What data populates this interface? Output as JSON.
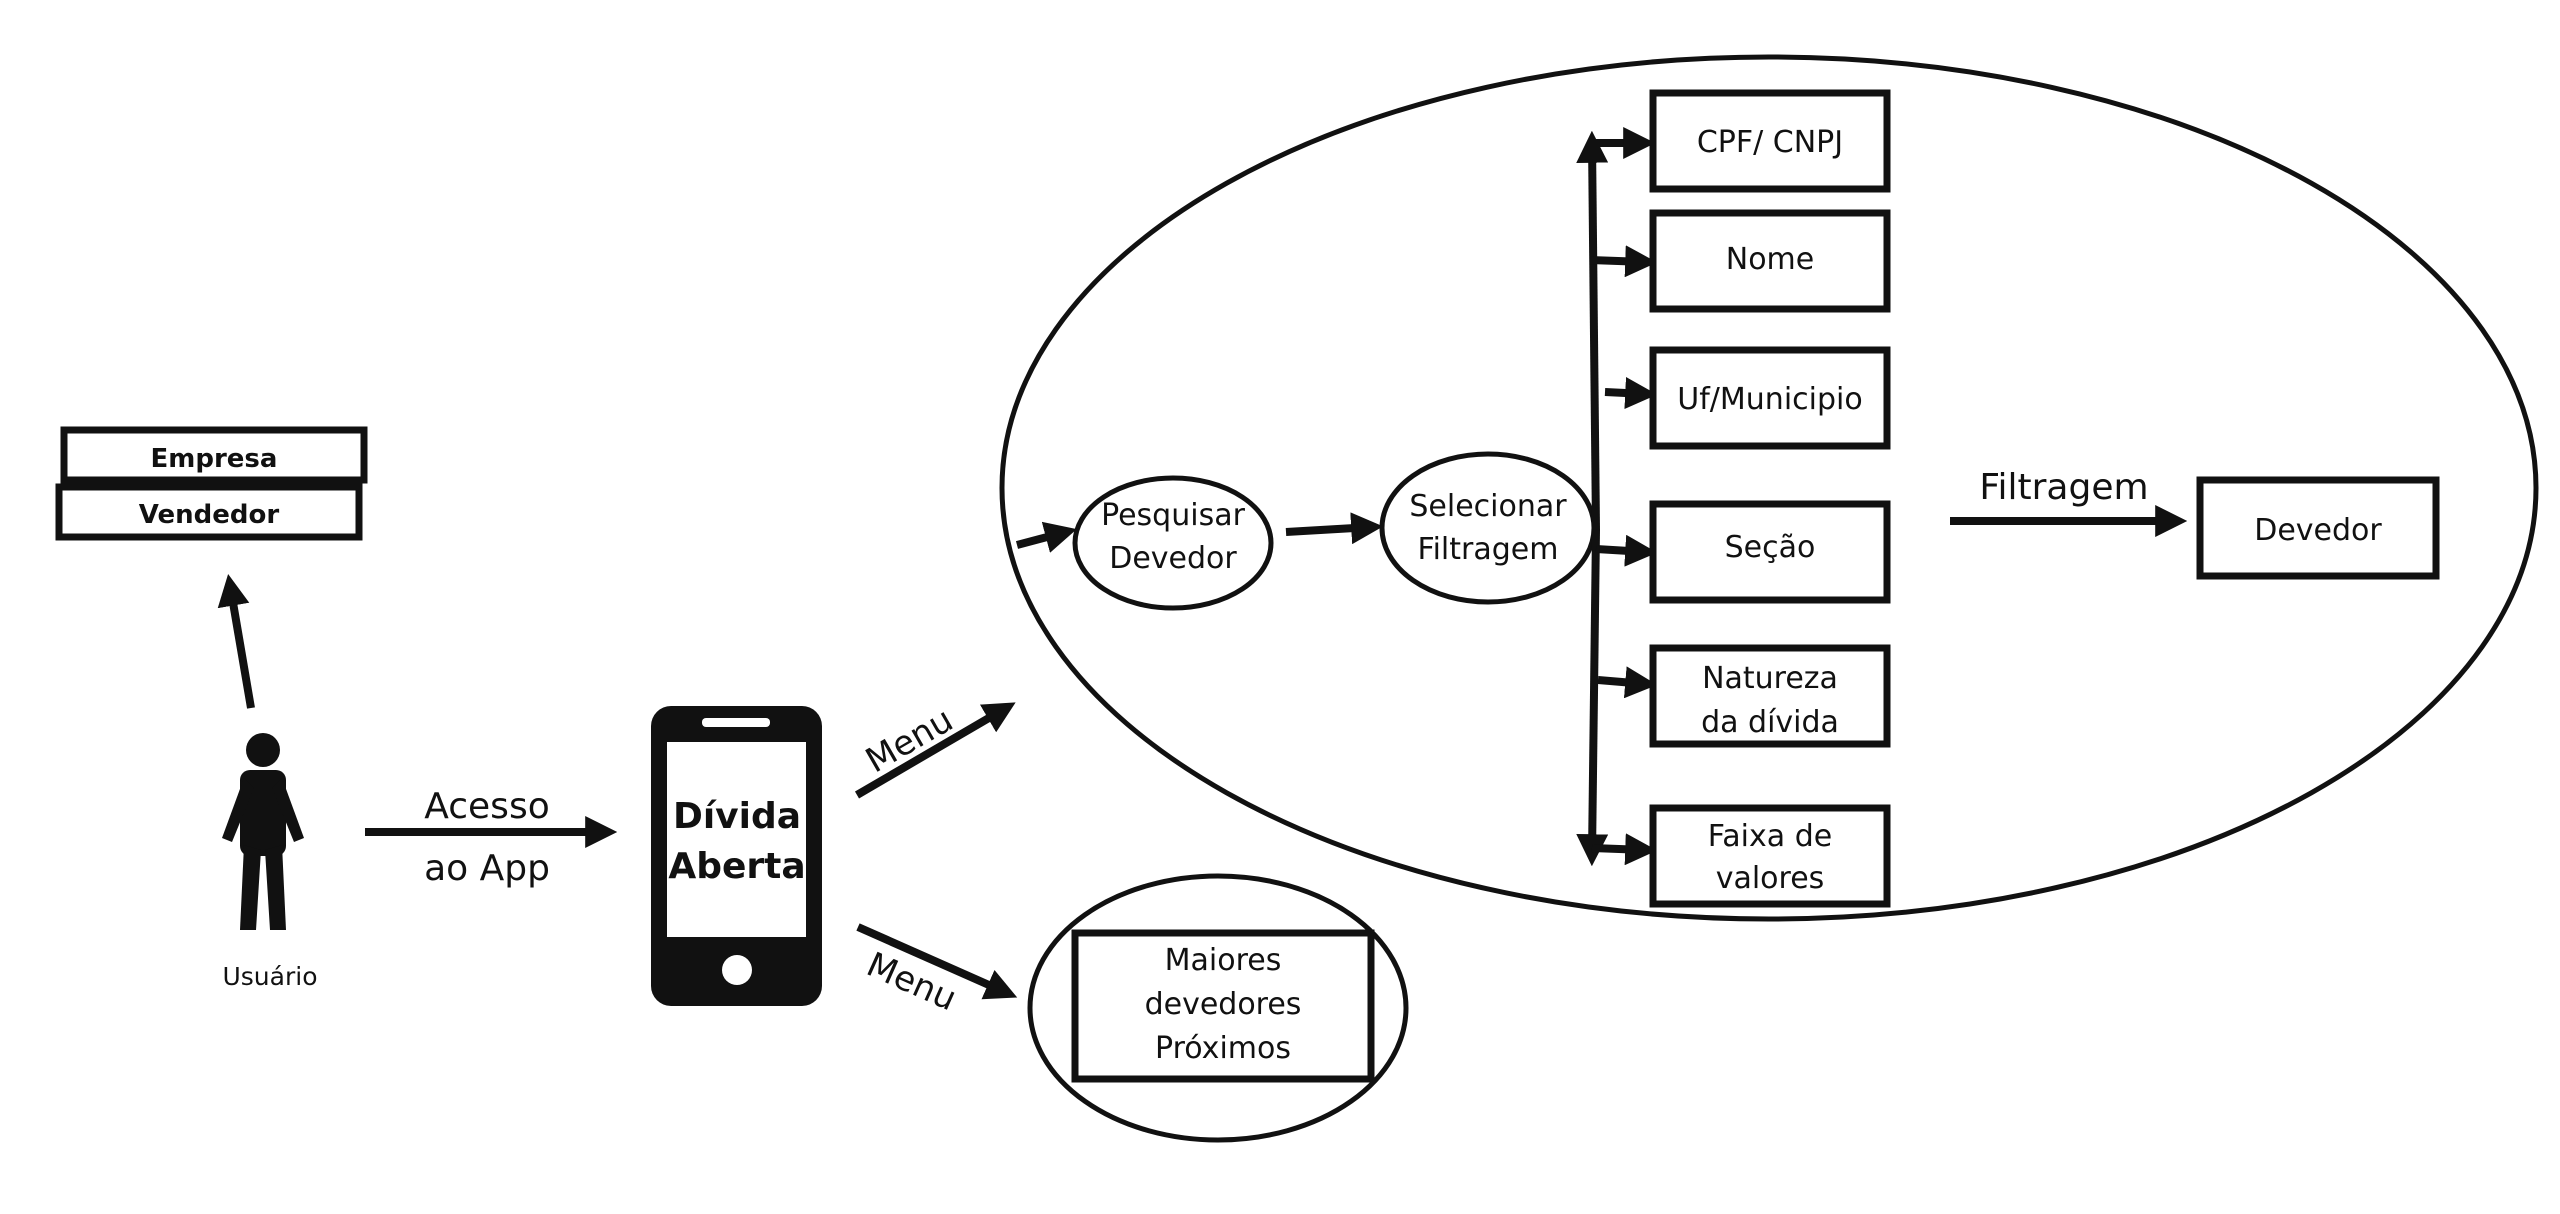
{
  "colors": {
    "stroke": "#111111",
    "background": "#ffffff"
  },
  "actor": {
    "icon": "person-icon",
    "label": "Usuário"
  },
  "roles": {
    "empresa": "Empresa",
    "vendedor": "Vendedor"
  },
  "edges": {
    "acesso_line1": "Acesso",
    "acesso_line2": "ao App",
    "menu_top": "Menu",
    "menu_bottom": "Menu",
    "filtragem": "Filtragem"
  },
  "phone": {
    "icon": "smartphone-icon",
    "title_line1": "Dívida",
    "title_line2": "Aberta"
  },
  "search_flow": {
    "pesquisar_line1": "Pesquisar",
    "pesquisar_line2": "Devedor",
    "selecionar_line1": "Selecionar",
    "selecionar_line2": "Filtragem",
    "filters": {
      "cpf_cnpj": "CPF/ CNPJ",
      "nome": "Nome",
      "uf_municipio": "Uf/Municipio",
      "secao": "Seção",
      "natureza_line1": "Natureza",
      "natureza_line2": "da dívida",
      "faixa_line1": "Faixa de",
      "faixa_line2": "valores"
    },
    "result": "Devedor"
  },
  "ranking": {
    "line1": "Maiores",
    "line2": "devedores",
    "line3": "Próximos"
  }
}
